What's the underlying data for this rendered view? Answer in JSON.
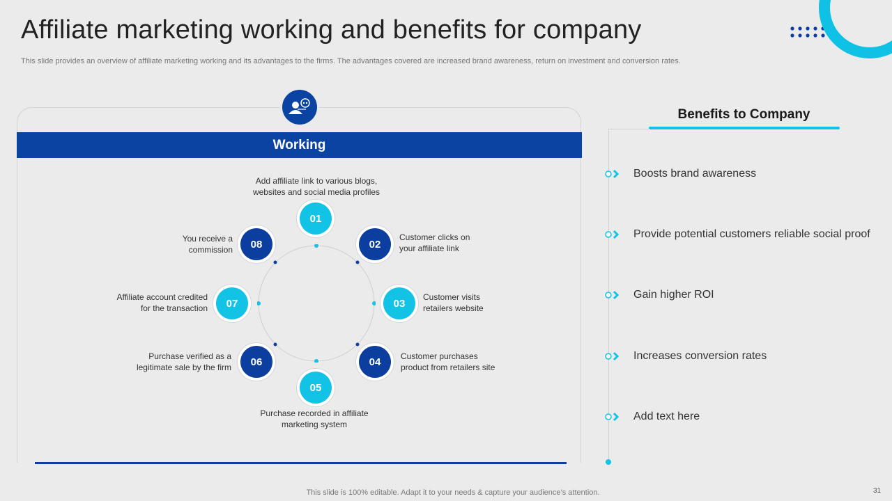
{
  "slide": {
    "title": "Affiliate marketing working and benefits for company",
    "subtitle": "This slide provides an overview of affiliate marketing working and its advantages to the firms. The advantages covered are increased brand awareness, return on investment and conversion rates.",
    "footer": "This slide is 100% editable. Adapt it to your needs & capture your audience’s attention.",
    "page_number": "31"
  },
  "working": {
    "heading": "Working",
    "icon": "person-network-icon",
    "steps": [
      {
        "num": "01",
        "text": [
          "Add affiliate link to various  blogs,",
          "websites and social media profiles"
        ]
      },
      {
        "num": "02",
        "text": [
          "Customer clicks on",
          "your affiliate  link"
        ]
      },
      {
        "num": "03",
        "text": [
          "Customer visits",
          "retailers website"
        ]
      },
      {
        "num": "04",
        "text": [
          "Customer purchases",
          "product from retailers site"
        ]
      },
      {
        "num": "05",
        "text": [
          "Purchase recorded  in affiliate",
          "marketing system"
        ]
      },
      {
        "num": "06",
        "text": [
          "Purchase verified  as a",
          "legitimate sale by the firm"
        ]
      },
      {
        "num": "07",
        "text": [
          "Affiliate account credited",
          "for the transaction"
        ]
      },
      {
        "num": "08",
        "text": [
          "You receive  a",
          "commission"
        ]
      }
    ]
  },
  "benefits": {
    "heading": "Benefits to Company",
    "items": [
      "Boosts brand awareness",
      "Provide potential customers reliable social proof",
      "Gain higher ROI",
      "Increases conversion rates",
      "Add text here"
    ]
  },
  "colors": {
    "accent_cyan": "#12c3e6",
    "brand_blue": "#0b43a2"
  }
}
